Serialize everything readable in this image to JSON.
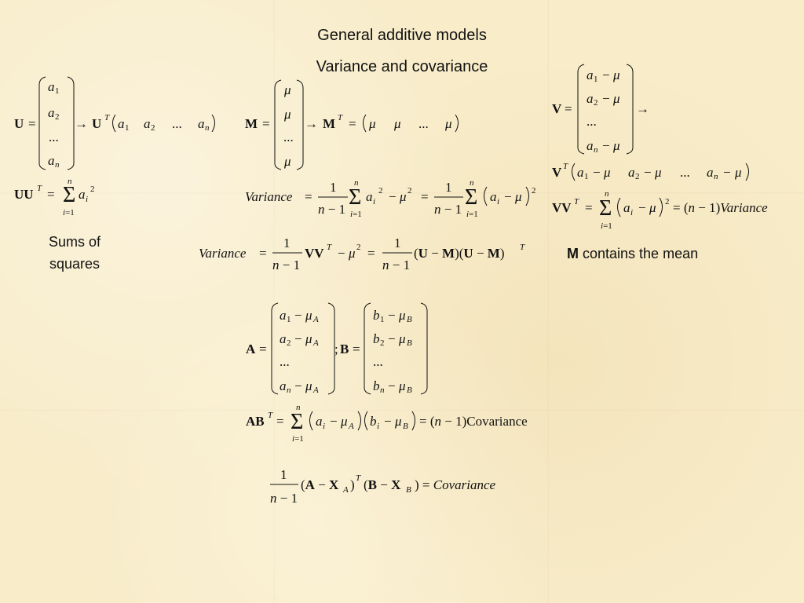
{
  "slide": {
    "title_line1": "General additive models",
    "title_line2": "Variance and covariance"
  },
  "notes": {
    "sums_line1": "Sums of",
    "sums_line2": "squares",
    "m_bold": "M",
    "m_rest": " contains the mean"
  },
  "math": {
    "u_vector": [
      "a1",
      "a2",
      "...",
      "an"
    ],
    "u_transpose": "U^T(a1 a2 ... an)",
    "uu_t": "UU^T = Σ_{i=1}^{n} a_i^2",
    "m_vector": [
      "μ",
      "μ",
      "...",
      "μ"
    ],
    "m_transpose": "M^T = (μ μ ... μ)",
    "variance_sum": "Variance = 1/(n−1) Σ a_i^2 − μ^2 = 1/(n−1) Σ (a_i − μ)^2",
    "variance_matrix": "Variance = 1/(n−1) VV^T − μ^2 = 1/(n−1) (U−M)(U−M)^T",
    "v_vector": [
      "a1 − μ",
      "a2 − μ",
      "...",
      "an − μ"
    ],
    "v_transpose": "V^T(a1 − μ  a2 − μ  ...  an − μ)",
    "vv_t": "VV^T = Σ (a_i − μ)^2 = (n−1)Variance",
    "a_vector": [
      "a1 − μA",
      "a2 − μA",
      "...",
      "an − μA"
    ],
    "b_vector": [
      "b1 − μB",
      "b2 − μB",
      "...",
      "bn − μB"
    ],
    "ab_t": "AB^T = Σ (a_i − μA)(b_i − μB) = (n−1)Covariance",
    "cov_formula": "1/(n−1) (A − XA)^T (B − XB) = Covariance"
  }
}
